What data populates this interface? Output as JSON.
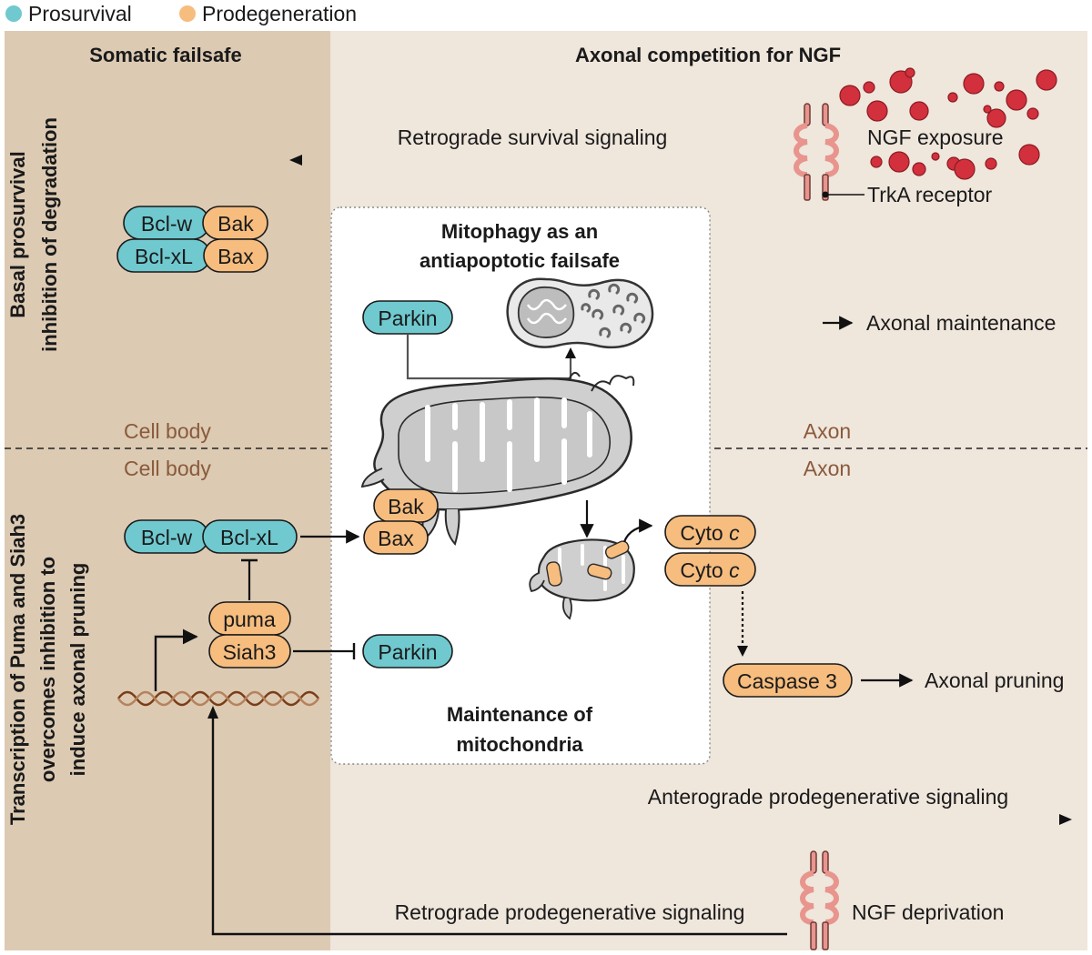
{
  "legend": {
    "prosurvival": {
      "label": "Prosurvival",
      "color": "#6fc9cf"
    },
    "prodegeneration": {
      "label": "Prodegeneration",
      "color": "#f6bd7f"
    }
  },
  "panels": {
    "left_title": "Somatic failsafe",
    "right_title": "Axonal competition for NGF",
    "left_bg": "#dccab3",
    "right_bg": "#efe6dc"
  },
  "side_labels": {
    "top": [
      "Basal prosurvival",
      "inhibition of degradation"
    ],
    "bottom": [
      "Transcription of Puma and Siah3",
      "overcomes inhibition to",
      "induce axonal pruning"
    ]
  },
  "region_labels": {
    "cell_body_top": "Cell body",
    "axon_top": "Axon",
    "cell_body_bottom": "Cell body",
    "axon_bottom": "Axon"
  },
  "signals": {
    "retro_survival": "Retrograde survival signaling",
    "ngf_exposure": "NGF exposure",
    "trka_receptor": "TrkA receptor",
    "axonal_maintenance": "Axonal maintenance",
    "anterograde": "Anterograde prodegenerative signaling",
    "retro_prodegen": "Retrograde prodegenerative signaling",
    "ngf_deprivation": "NGF deprivation",
    "axonal_pruning": "Axonal pruning"
  },
  "box": {
    "title": [
      "Mitophagy as an",
      "antiapoptotic failsafe"
    ],
    "bottom": [
      "Maintenance of",
      "mitochondria"
    ]
  },
  "proteins": {
    "bclw_top": "Bcl-w",
    "bak_top": "Bak",
    "bclxl_top": "Bcl-xL",
    "bax_top": "Bax",
    "parkin_top": "Parkin",
    "bclw_bottom": "Bcl-w",
    "bclxl_bottom": "Bcl-xL",
    "bak_mid": "Bak",
    "bax_mid": "Bax",
    "puma": "puma",
    "siah3": "Siah3",
    "parkin_bottom": "Parkin",
    "cyto1": "Cyto",
    "cyto2": "Cyto",
    "cyto_suffix": "c",
    "caspase3": "Caspase 3"
  }
}
